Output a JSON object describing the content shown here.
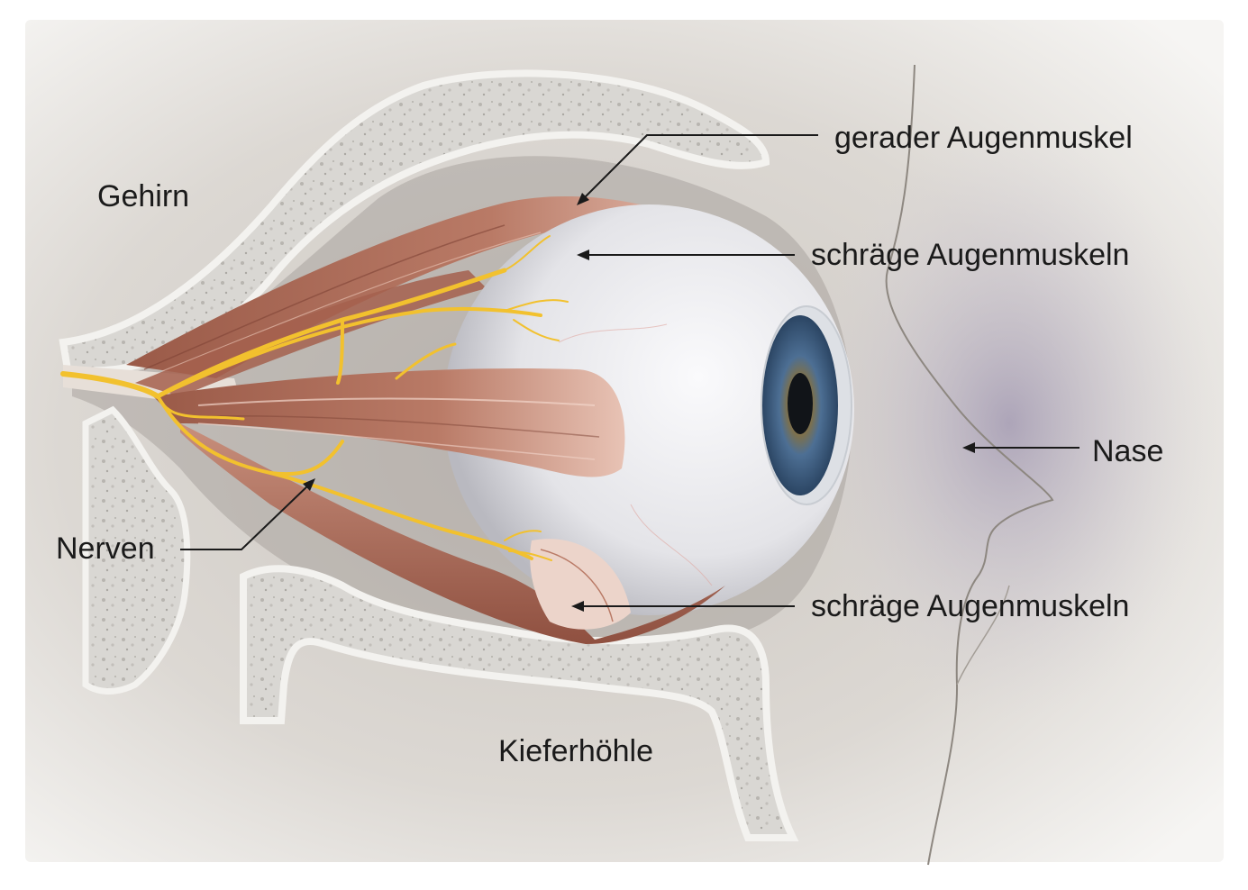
{
  "labels": {
    "gerader_augenmuskel": "gerader Augenmuskel",
    "schraege_augenmuskeln_oben": "schräge Augenmuskeln",
    "gehirn": "Gehirn",
    "nase": "Nase",
    "nerven": "Nerven",
    "schraege_augenmuskeln_unten": "schräge Augenmuskeln",
    "kieferhoehle": "Kieferhöhle"
  },
  "colors": {
    "background": "#efedea",
    "bone": "#dcdad6",
    "bone_outline": "#f4f3f1",
    "muscle": "#b7705d",
    "muscle_light": "#e2b7a8",
    "nerve": "#f2c12e",
    "sclera": "#e9e9ec",
    "iris": "#3f5f80",
    "pupil": "#111418",
    "nose_shadow": "#b8b0c2",
    "leader_line": "#1a1a1a"
  }
}
